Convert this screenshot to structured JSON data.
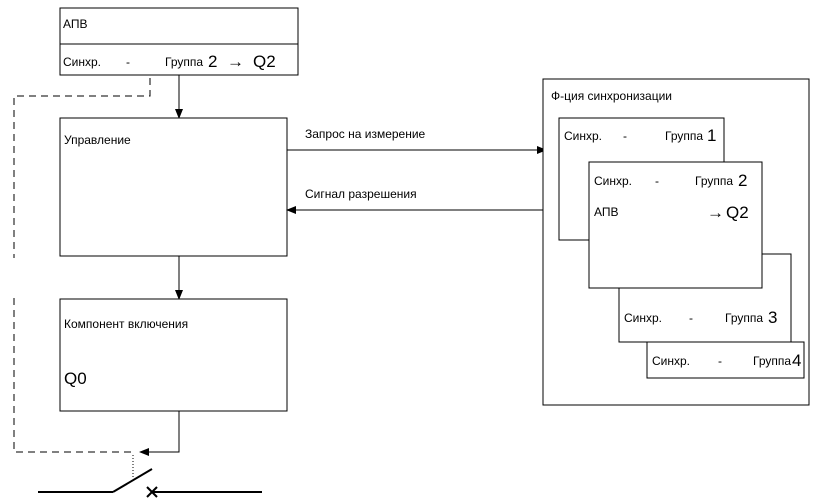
{
  "apv_box": {
    "title": "АПВ",
    "sync_label": "Синхр.",
    "dash": "-",
    "group_label": "Группа",
    "group_num": "2",
    "arrow": "→",
    "target": "Q2"
  },
  "control_box": {
    "title": "Управление"
  },
  "closing_box": {
    "title": "Компонент включения",
    "target": "Q0"
  },
  "messages": {
    "request": "Запрос на измерение",
    "permit": "Сигнал разрешения"
  },
  "sync_function": {
    "title": "Ф-ция синхронизации",
    "cards": [
      {
        "sync_label": "Синхр.",
        "dash": "-",
        "group_label": "Группа",
        "group_num": "1"
      },
      {
        "sync_label": "Синхр.",
        "dash": "-",
        "group_label": "Группа",
        "group_num": "2",
        "apv_label": "АПВ",
        "arrow": "→",
        "target": "Q2"
      },
      {
        "sync_label": "Синхр.",
        "dash": "-",
        "group_label": "Группа",
        "group_num": "3"
      },
      {
        "sync_label": "Синхр.",
        "dash": "-",
        "group_label": "Группа",
        "group_num": "4"
      }
    ]
  }
}
